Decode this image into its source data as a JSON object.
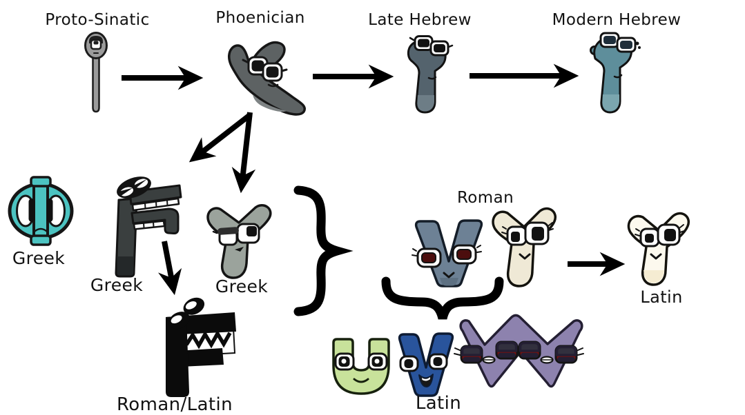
{
  "labels": {
    "proto_sinatic": "Proto-Sinatic",
    "phoenician": "Phoenician",
    "late_hebrew": "Late Hebrew",
    "modern_hebrew": "Modern Hebrew",
    "greek_phi": "Greek",
    "greek_digamma": "Greek",
    "greek_upsilon": "Greek",
    "roman_latin_f": "Roman/Latin",
    "roman_group": "Roman",
    "latin_y": "Latin",
    "latin_uvw": "Latin"
  },
  "characters": {
    "proto_sinatic": {
      "glyph": "waw-mace-character",
      "color": "#9b9b9b"
    },
    "phoenician": {
      "glyph": "waw-character",
      "color": "#5d6263"
    },
    "late_hebrew": {
      "glyph": "vav-character",
      "color": "#54636d"
    },
    "modern_hebrew": {
      "glyph": "vav-character",
      "color": "#5e8e9b"
    },
    "greek_phi": {
      "glyph": "phi-character",
      "color": "#4cc3c1"
    },
    "greek_digamma": {
      "glyph": "digamma-f-character",
      "color": "#3a3f3f"
    },
    "greek_upsilon": {
      "glyph": "upsilon-y-character",
      "color": "#9ba39c"
    },
    "roman_latin_f": {
      "glyph": "f-character",
      "color": "#0b0b0b"
    },
    "roman_v": {
      "glyph": "v-character",
      "color": "#6d8195"
    },
    "roman_y": {
      "glyph": "y-character",
      "color": "#efe9d6"
    },
    "latin_y": {
      "glyph": "y-character",
      "color": "#fcf9ee"
    },
    "latin_u": {
      "glyph": "u-character",
      "color": "#c8e29b"
    },
    "latin_v": {
      "glyph": "v-character",
      "color": "#29549c"
    },
    "latin_w": {
      "glyph": "w-character",
      "color": "#8d82ae"
    }
  },
  "connections": [
    {
      "from": "Proto-Sinatic",
      "to": "Phoenician"
    },
    {
      "from": "Phoenician",
      "to": "Late Hebrew"
    },
    {
      "from": "Late Hebrew",
      "to": "Modern Hebrew"
    },
    {
      "from": "Phoenician",
      "to": "Greek digamma"
    },
    {
      "from": "Phoenician",
      "to": "Greek upsilon"
    },
    {
      "from": "Greek digamma",
      "to": "Roman/Latin F"
    },
    {
      "from": "Greek letters (brace)",
      "to": "Roman V and Roman Y"
    },
    {
      "from": "Roman V (brace)",
      "to": "Latin U, V, W"
    },
    {
      "from": "Roman Y",
      "to": "Latin Y"
    }
  ],
  "ink_color": "#000000",
  "background": "#ffffff"
}
